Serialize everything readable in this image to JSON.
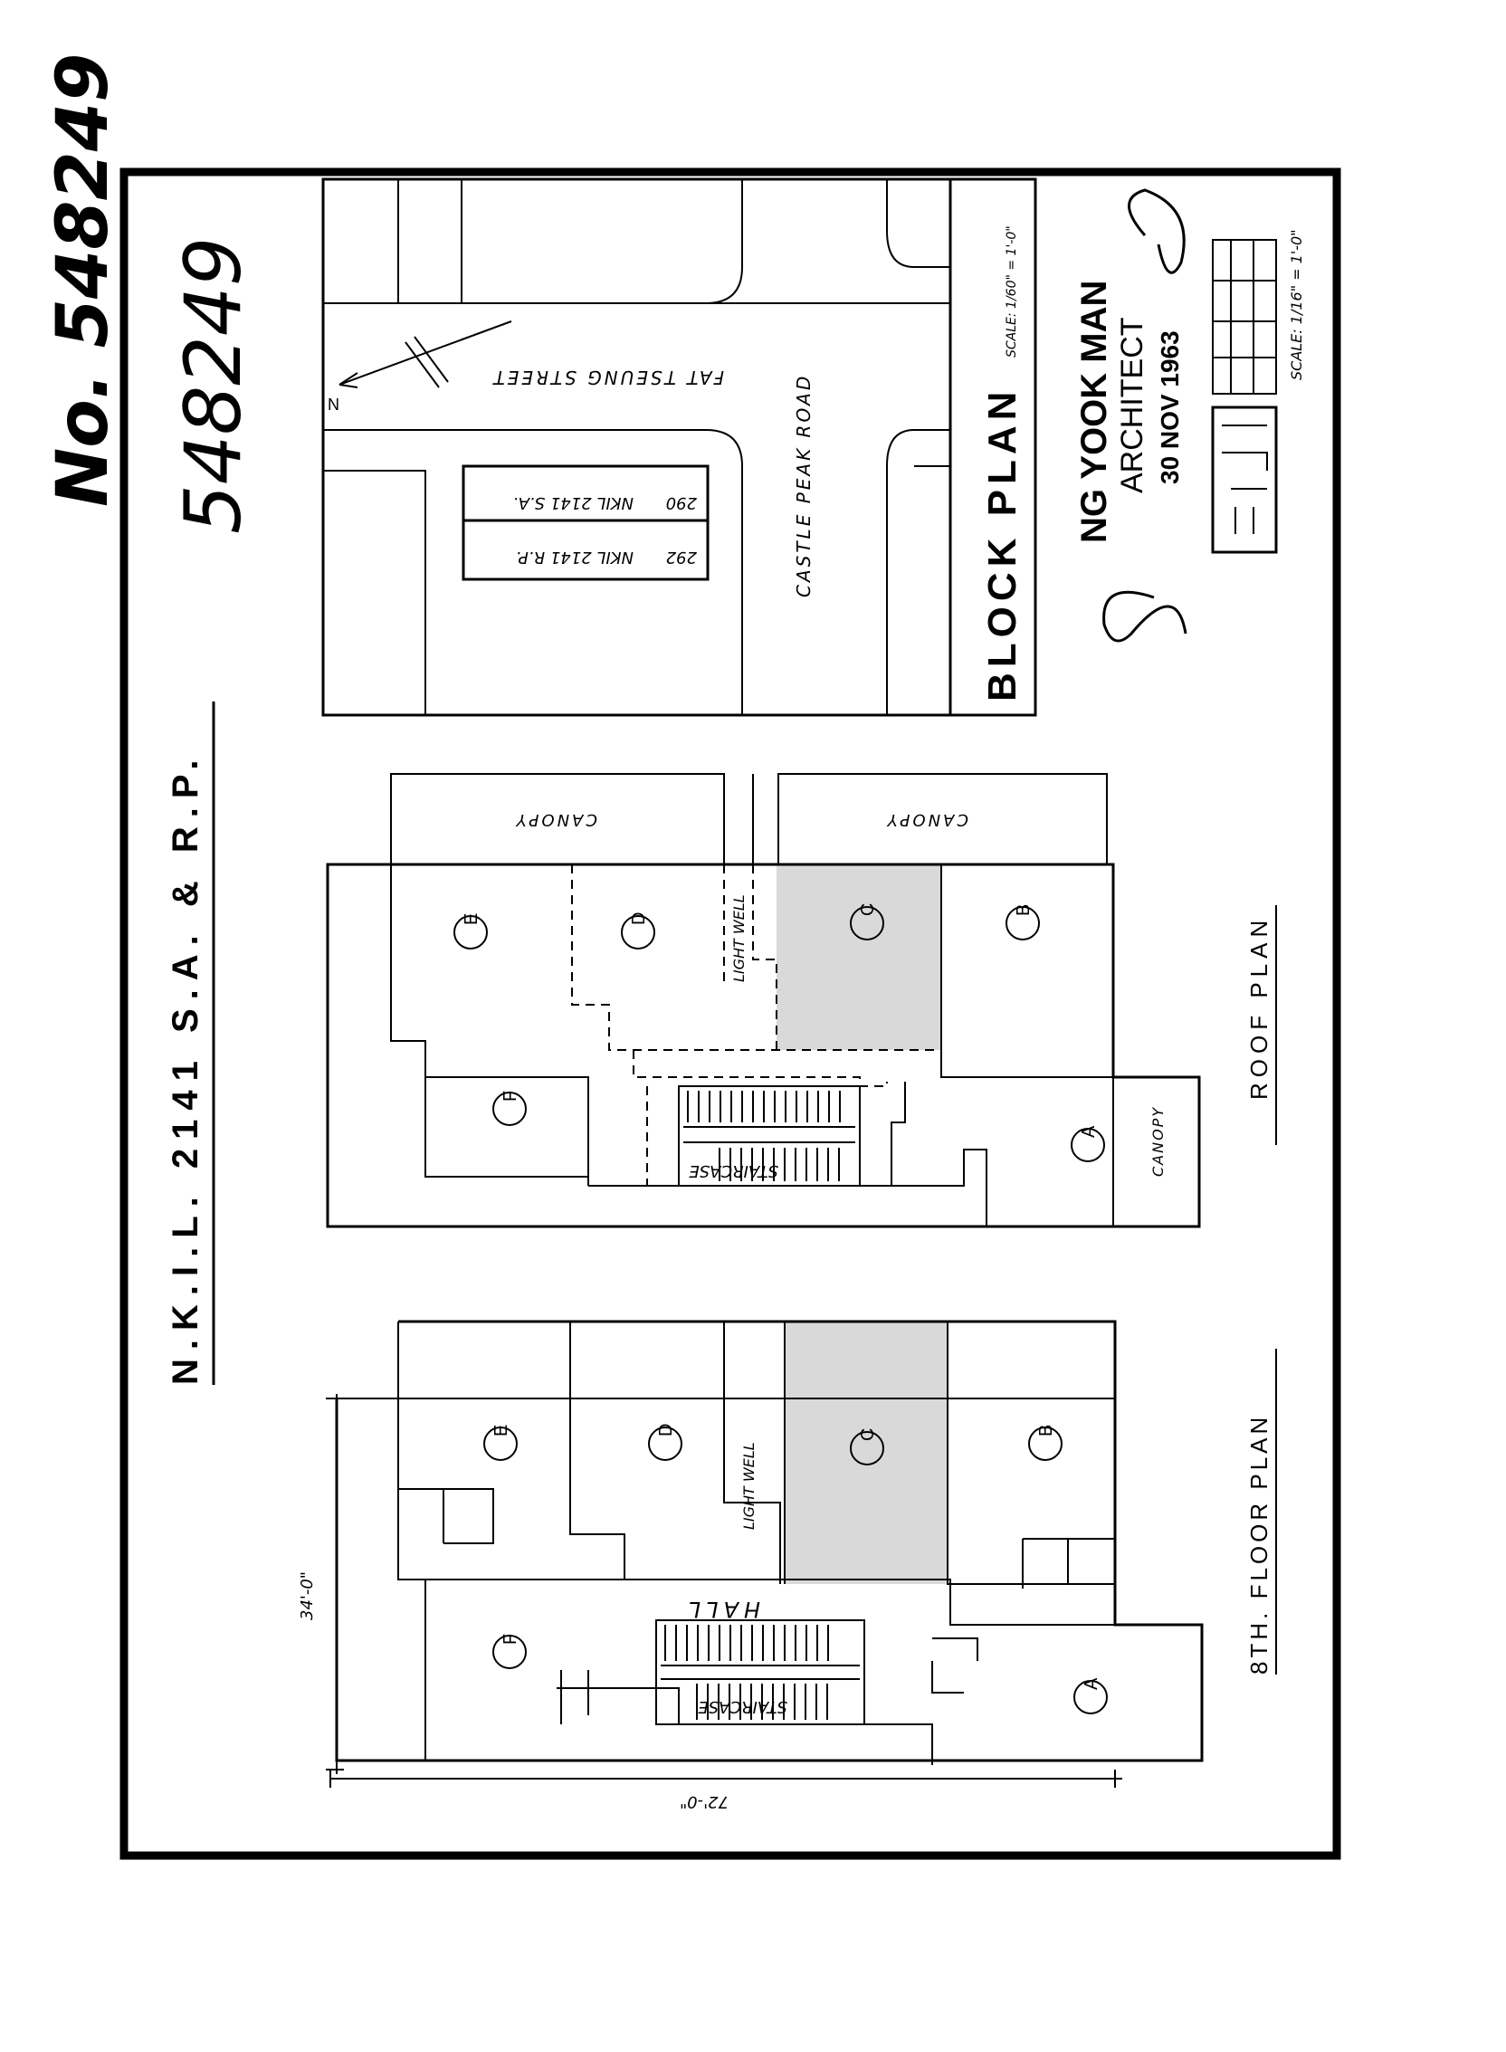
{
  "document": {
    "handwritten_number_1": "No. 548249",
    "handwritten_number_2": "548249",
    "lot_title": "N.K.I.L. 2141 S.A. & R.P."
  },
  "block_plan": {
    "title": "BLOCK PLAN",
    "scale": "SCALE: 1/60\" = 1'-0\"",
    "street_1": "FAT TSEUNG STREET",
    "street_2": "CASTLE PEAK ROAD",
    "lot_a": "NKIL 2141 S.A.",
    "lot_a_no": "290",
    "lot_b": "NKIL 2141 R.P.",
    "lot_b_no": "292",
    "north": "N"
  },
  "architect_stamp": {
    "name": "NG YOOK MAN",
    "title": "ARCHITECT",
    "date": "30 NOV 1963",
    "scale": "SCALE: 1/16\" = 1'-0\""
  },
  "roof_plan": {
    "title": "ROOF PLAN",
    "canopy": "CANOPY",
    "light_well": "LIGHT WELL",
    "staircase": "STAIRCASE",
    "units": [
      "A",
      "B",
      "C",
      "D",
      "E",
      "F"
    ]
  },
  "floor_plan": {
    "title": "8TH. FLOOR PLAN",
    "light_well": "LIGHT WELL",
    "hall": "HALL",
    "staircase": "STAIRCASE",
    "dim_depth": "34'-0\"",
    "dim_width": "72'-0\"",
    "units": [
      "A",
      "B",
      "C",
      "D",
      "E",
      "F"
    ]
  }
}
